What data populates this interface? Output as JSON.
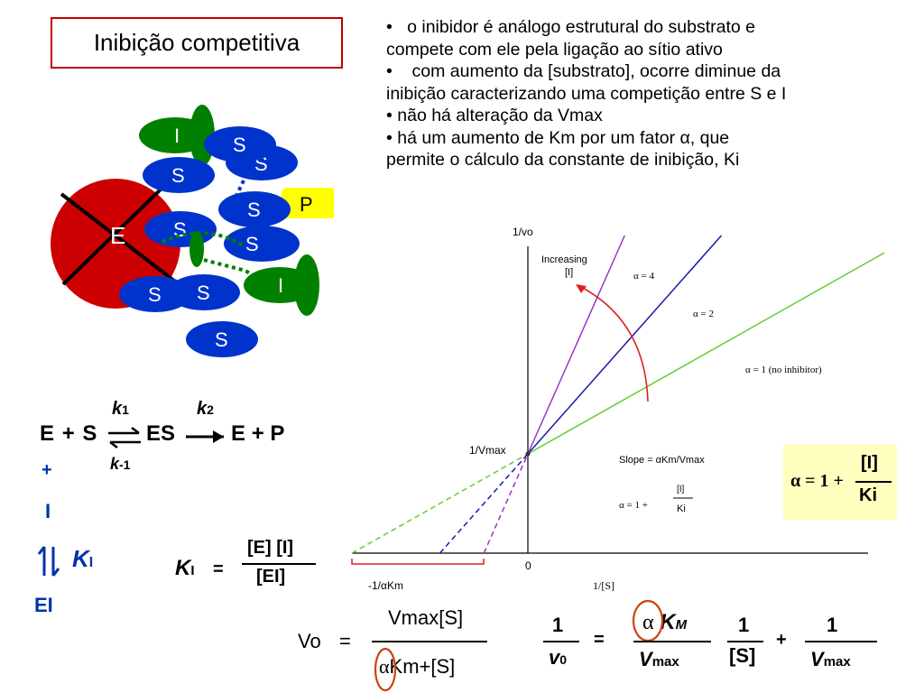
{
  "title": "Inibição competitiva",
  "bullets": [
    {
      "marker": "•",
      "lines": [
        "o inibidor é análogo estrutural do substrato e",
        "compete com ele pela ligação ao sítio ativo"
      ]
    },
    {
      "marker": "•",
      "lines": [
        "com aumento da [substrato], ocorre diminue da",
        "inibição caracterizando uma competição entre S e I"
      ]
    },
    {
      "marker": "•",
      "lines": [
        "não há alteração da Vmax"
      ]
    },
    {
      "marker": "•",
      "lines": [
        "há um aumento de Km por um fator α, que",
        "permite o cálculo da constante de inibição, Ki"
      ]
    }
  ],
  "cartoon": {
    "enzyme_label": "E",
    "substrate_label": "S",
    "inhibitor_label": "I",
    "product_label": "P",
    "colors": {
      "enzyme": "#cc0000",
      "substrate": "#0033cc",
      "inhibitor": "#008000",
      "product": "#ffff00"
    }
  },
  "scheme": {
    "E": "E",
    "plus": "+",
    "S": "S",
    "ES": "ES",
    "P": "P",
    "k1": "k",
    "k1_sub": "1",
    "k2": "k",
    "k2_sub": "2",
    "km1": "k",
    "km1_sub": "-1",
    "plus_blue": "+",
    "I": "I",
    "KI": "K",
    "KI_sub": "I",
    "EI": "EI",
    "ki_eq_lhs": "K",
    "ki_eq_lhs_sub": "I",
    "ki_eq_equals": "=",
    "ki_eq_num": "[E] [I]",
    "ki_eq_den": "[EI]"
  },
  "chart_data": {
    "type": "line",
    "title": "",
    "ylabel": "1/vo",
    "xlabel": "1/[S]",
    "origin_label": "0",
    "y_intercept_label": "1/Vmax",
    "x_intercept_label": "-1/αKm",
    "series": [
      {
        "name": "α = 1 (no inhibitor)",
        "label": "α = 1 (no inhibitor)",
        "color": "#66cc33",
        "slope": 1,
        "x": [
          -1,
          2.4
        ],
        "y": [
          0,
          3.4
        ]
      },
      {
        "name": "α = 2",
        "label": "α = 2",
        "color": "#1a1aaa",
        "slope": 2,
        "x": [
          -0.5,
          1.1
        ],
        "y": [
          0,
          3.2
        ]
      },
      {
        "name": "α = 4",
        "label": "α = 4",
        "color": "#9933cc",
        "slope": 4,
        "x": [
          -0.25,
          0.55
        ],
        "y": [
          0,
          3.2
        ]
      }
    ],
    "annotations": {
      "increasing_line1": "Increasing",
      "increasing_line2": "[I]",
      "slope_text": "Slope = αKm/Vmax",
      "alpha_eq_lhs": "α = 1 +",
      "alpha_eq_num": "[I]",
      "alpha_eq_den": "Ki"
    },
    "arrow_color": "#dd2222",
    "bracket_color": "#dd2222"
  },
  "yellow_box": {
    "lhs": "α = 1 +",
    "num": "[I]",
    "den": "Ki",
    "bg": "#ffffc0"
  },
  "bottom_equations": {
    "vo": "Vo",
    "equals": "=",
    "num": "Vmax[S]",
    "den_alpha": "α",
    "den_rest": "Km+[S]",
    "lw_one": "1",
    "lw_v": "v",
    "lw_v_sub": "0",
    "lw_equals": "=",
    "lw_alpha": "α",
    "lw_K": "K",
    "lw_K_sub": "M",
    "lw_vmax": "V",
    "lw_vmax_sub": "max",
    "lw_one2": "1",
    "lw_S": "[S]",
    "lw_plus": "+",
    "lw_one3": "1",
    "lw_vmax2": "V",
    "lw_vmax2_sub": "max"
  }
}
